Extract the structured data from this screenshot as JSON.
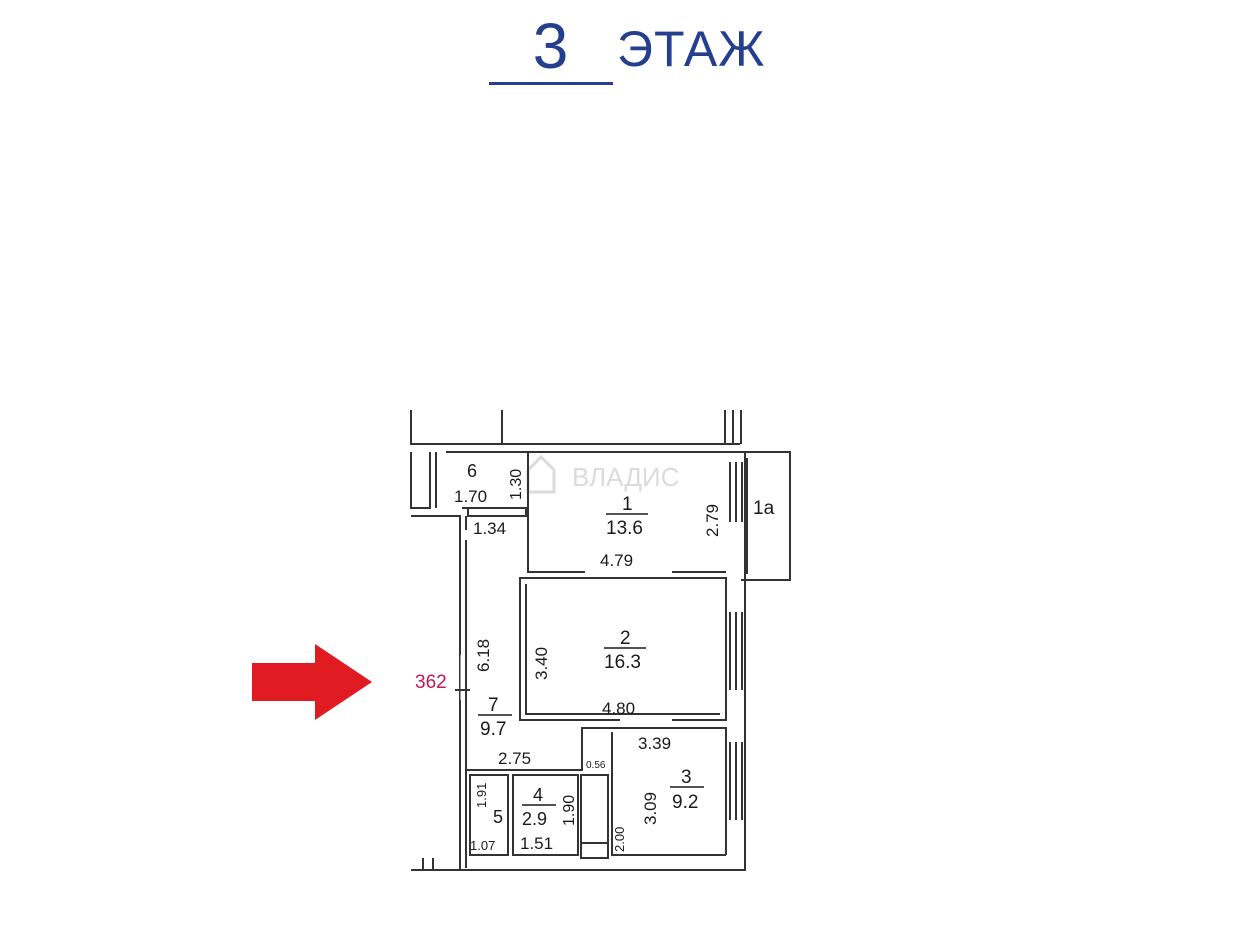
{
  "title": {
    "floor_number": "3",
    "floor_word": "ЭТАЖ"
  },
  "watermark": "ВЛАДИС",
  "entrance_label": "362",
  "colors": {
    "title": "#233f8e",
    "arrow": "#e01b22",
    "entrance_label": "#c2185b",
    "walls": "#333333"
  },
  "rooms": {
    "r6": {
      "number": "6",
      "width": "1.70",
      "depth": "1.30"
    },
    "r1": {
      "number": "1",
      "area": "13.6",
      "width": "4.79",
      "depth": "2.79"
    },
    "r1a": {
      "number": "1а"
    },
    "r2": {
      "number": "2",
      "area": "16.3",
      "width": "4.80",
      "depth": "3.40"
    },
    "r7": {
      "number": "7",
      "area": "9.7",
      "top_width": "1.34",
      "length": "6.18",
      "bottom_width": "2.75"
    },
    "r3": {
      "number": "3",
      "area": "9.2",
      "width": "3.39",
      "depth": "3.09"
    },
    "r4": {
      "number": "4",
      "area": "2.9",
      "width": "1.51",
      "depth": "1.90"
    },
    "r5": {
      "number": "5",
      "width": "1.07",
      "depth": "1.91"
    },
    "closet": {
      "width": "0.56",
      "depth": "2.00"
    }
  }
}
